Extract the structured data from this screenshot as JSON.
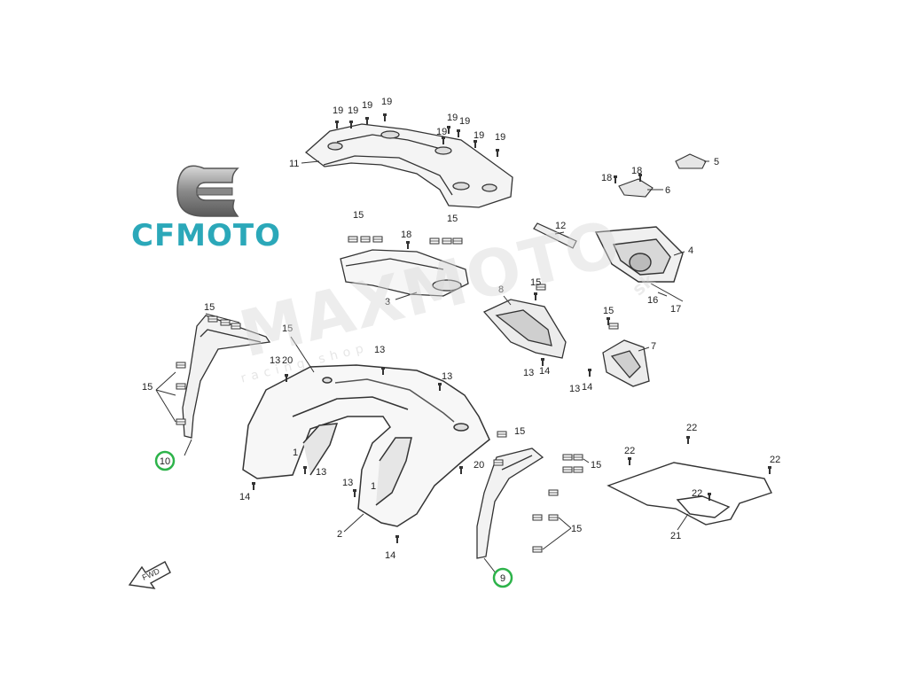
{
  "logo": {
    "text": "CFMOTO",
    "color": "#2ba8b9"
  },
  "watermark": {
    "text": "MAXMOTO",
    "suffix": "sk",
    "subtitle": "racing shop"
  },
  "fwd_marker": "FWD",
  "callouts": [
    {
      "id": "c19a",
      "label": "19"
    },
    {
      "id": "c19b",
      "label": "19"
    },
    {
      "id": "c19c",
      "label": "19"
    },
    {
      "id": "c19d",
      "label": "19"
    },
    {
      "id": "c19e",
      "label": "19"
    },
    {
      "id": "c19f",
      "label": "19"
    },
    {
      "id": "c19g",
      "label": "19"
    },
    {
      "id": "c19h",
      "label": "19"
    },
    {
      "id": "c19i",
      "label": "19"
    },
    {
      "id": "c11",
      "label": "11"
    },
    {
      "id": "c5",
      "label": "5"
    },
    {
      "id": "c18a",
      "label": "18"
    },
    {
      "id": "c18b",
      "label": "18"
    },
    {
      "id": "c6",
      "label": "6"
    },
    {
      "id": "c12",
      "label": "12"
    },
    {
      "id": "c4",
      "label": "4"
    },
    {
      "id": "c16",
      "label": "16"
    },
    {
      "id": "c17",
      "label": "17"
    },
    {
      "id": "c15a",
      "label": "15"
    },
    {
      "id": "c15b",
      "label": "15"
    },
    {
      "id": "c18c",
      "label": "18"
    },
    {
      "id": "c3",
      "label": "3"
    },
    {
      "id": "c8",
      "label": "8"
    },
    {
      "id": "c15c",
      "label": "15"
    },
    {
      "id": "c15d",
      "label": "15"
    },
    {
      "id": "c7",
      "label": "7"
    },
    {
      "id": "c13a",
      "label": "13"
    },
    {
      "id": "c14a",
      "label": "14"
    },
    {
      "id": "c13b",
      "label": "13"
    },
    {
      "id": "c14b",
      "label": "14"
    },
    {
      "id": "c15e",
      "label": "15"
    },
    {
      "id": "c15f",
      "label": "15"
    },
    {
      "id": "c15g",
      "label": "15"
    },
    {
      "id": "c13c",
      "label": "13"
    },
    {
      "id": "c20a",
      "label": "20"
    },
    {
      "id": "c13d",
      "label": "13"
    },
    {
      "id": "c13e",
      "label": "13"
    },
    {
      "id": "c15h",
      "label": "15"
    },
    {
      "id": "c1a",
      "label": "1"
    },
    {
      "id": "c13f",
      "label": "13"
    },
    {
      "id": "c14c",
      "label": "14"
    },
    {
      "id": "c13g",
      "label": "13"
    },
    {
      "id": "c1b",
      "label": "1"
    },
    {
      "id": "c20b",
      "label": "20"
    },
    {
      "id": "c15i",
      "label": "15"
    },
    {
      "id": "c2",
      "label": "2"
    },
    {
      "id": "c14d",
      "label": "14"
    },
    {
      "id": "c15j",
      "label": "15"
    },
    {
      "id": "c22a",
      "label": "22"
    },
    {
      "id": "c22b",
      "label": "22"
    },
    {
      "id": "c22c",
      "label": "22"
    },
    {
      "id": "c22d",
      "label": "22"
    },
    {
      "id": "c21",
      "label": "21"
    }
  ],
  "highlighted": [
    {
      "id": "h10",
      "label": "10",
      "ring_color": "#2db34a"
    },
    {
      "id": "h9",
      "label": "9",
      "ring_color": "#2db34a"
    }
  ]
}
